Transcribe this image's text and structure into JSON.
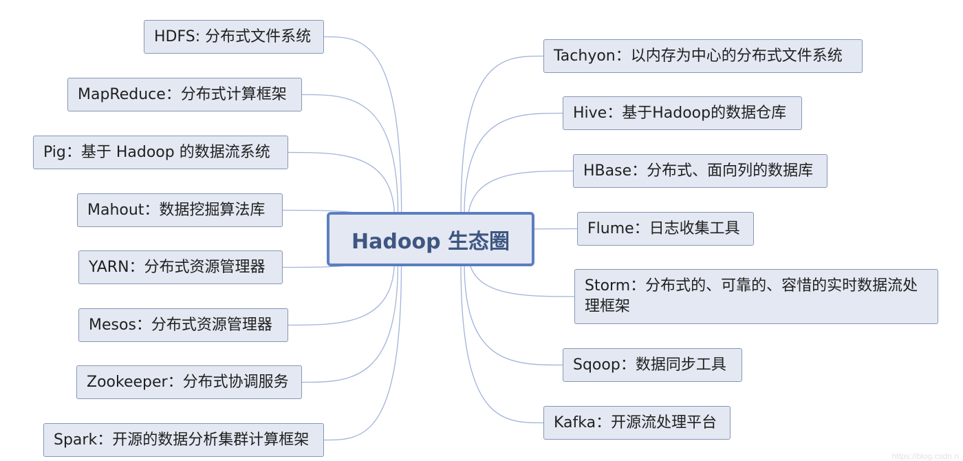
{
  "center": {
    "label": "Hadoop 生态圈"
  },
  "colors": {
    "node_fill": "#e3e8f2",
    "node_border": "#8796b5",
    "center_border": "#5b7ec0",
    "center_text": "#3f5681",
    "link": "#9fb3d9"
  },
  "left_nodes": [
    {
      "label": "HDFS: 分布式文件系统"
    },
    {
      "label": "MapReduce：分布式计算框架"
    },
    {
      "label": "Pig：基于 Hadoop 的数据流系统"
    },
    {
      "label": "Mahout：数据挖掘算法库"
    },
    {
      "label": "YARN：分布式资源管理器"
    },
    {
      "label": "Mesos：分布式资源管理器"
    },
    {
      "label": "Zookeeper：分布式协调服务"
    },
    {
      "label": "Spark：开源的数据分析集群计算框架"
    }
  ],
  "right_nodes": [
    {
      "label": "Tachyon：以内存为中心的分布式文件系统"
    },
    {
      "label": "Hive：基于Hadoop的数据仓库"
    },
    {
      "label": "HBase：分布式、面向列的数据库"
    },
    {
      "label": "Flume：日志收集工具"
    },
    {
      "label": "Storm：分布式的、可靠的、容惜的实时数据流处理框架"
    },
    {
      "label": "Sqoop：数据同步工具"
    },
    {
      "label": "Kafka：开源流处理平台"
    }
  ],
  "watermark": "https://blog.csdn.n"
}
